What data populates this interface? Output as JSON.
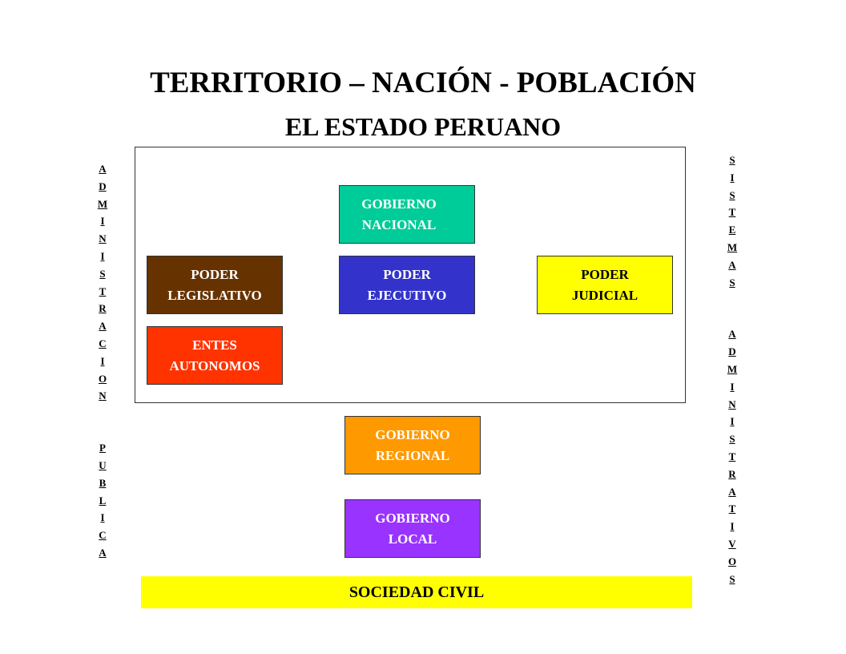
{
  "title": "TERRITORIO – NACIÓN - POBLACIÓN",
  "subtitle": "EL ESTADO PERUANO",
  "boxes": {
    "gobierno_nacional": {
      "text": "GOBIERNO\nNACIONAL",
      "color": "#00cc99"
    },
    "poder_legislativo": {
      "text": "PODER\nLEGISLATIVO",
      "color": "#663300"
    },
    "poder_ejecutivo": {
      "text": "PODER\nEJECUTIVO",
      "color": "#3333cc"
    },
    "poder_judicial": {
      "text": "PODER\nJUDICIAL",
      "color": "#ffff00"
    },
    "entes_autonomos": {
      "text": "ENTES\nAUTONOMOS",
      "color": "#ff3300"
    },
    "gobierno_regional": {
      "text": "GOBIERNO\nREGIONAL",
      "color": "#ff9900"
    },
    "gobierno_local": {
      "text": "GOBIERNO\nLOCAL",
      "color": "#9933ff"
    }
  },
  "left_vertical": [
    "ADMINISTRACION",
    "PUBLICA"
  ],
  "right_vertical": [
    "SISTEMAS",
    "ADMINISTRATIVOS"
  ],
  "sociedad_civil": {
    "text": "SOCIEDAD CIVIL",
    "color": "#ffff00"
  }
}
